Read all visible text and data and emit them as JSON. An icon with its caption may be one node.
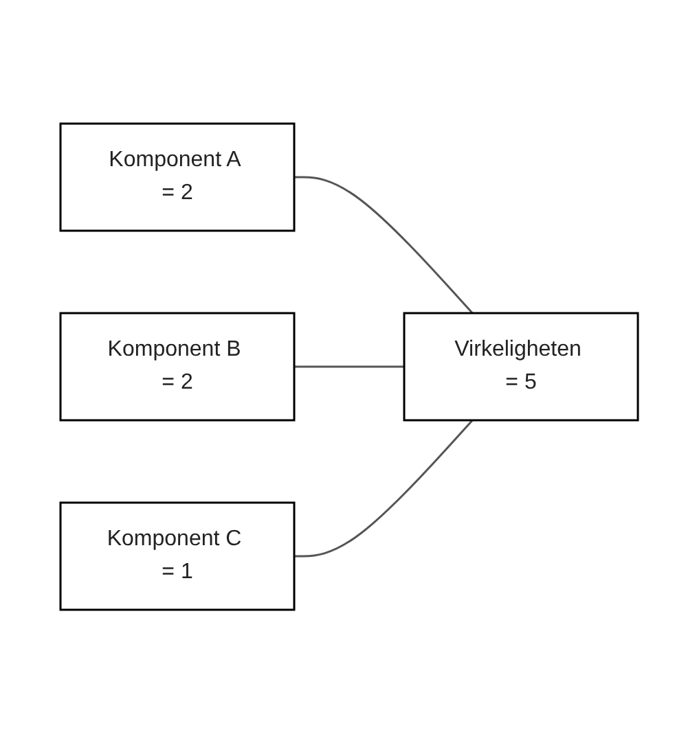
{
  "diagram": {
    "nodes": [
      {
        "text": [
          "Komponent A = 2"
        ]
      },
      {
        "text": [
          "Komponent B = 2"
        ]
      },
      {
        "text": [
          "Komponent C = 1"
        ]
      },
      {
        "text": [
          "Virkeligheten = 5"
        ]
      }
    ],
    "edges": [
      {
        "from": 0,
        "to": 3,
        "arrow": "none"
      },
      {
        "from": 1,
        "to": 3,
        "arrow": "none"
      },
      {
        "from": 2,
        "to": 3,
        "arrow": "none"
      }
    ]
  }
}
